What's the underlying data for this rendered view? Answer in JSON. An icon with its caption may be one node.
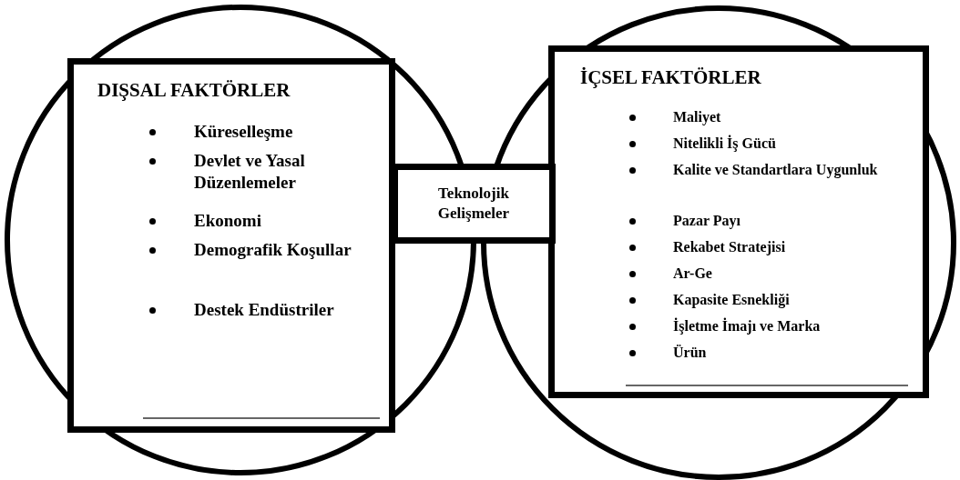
{
  "diagram": {
    "nodes": [
      {
        "text": [
          "DIŞSAL FAKTÖRLER",
          "Küreselleşme",
          "Devlet ve Yasal Düzenlemeler",
          "Ekonomi",
          "Demografik Koşullar",
          "Destek Endüstriler"
        ]
      },
      {
        "text": [
          "Teknolojik Gelişmeler"
        ]
      },
      {
        "text": [
          "İÇSEL FAKTÖRLER",
          "Maliyet",
          "Nitelikli İş Gücü",
          "Kalite ve Standartlara Uygunluk",
          "Pazar Payı",
          "Rekabet Stratejisi",
          "Ar-Ge",
          "Kapasite Esnekliği",
          "İşletme İmajı ve Marka",
          "Ürün"
        ]
      }
    ],
    "edges": []
  }
}
